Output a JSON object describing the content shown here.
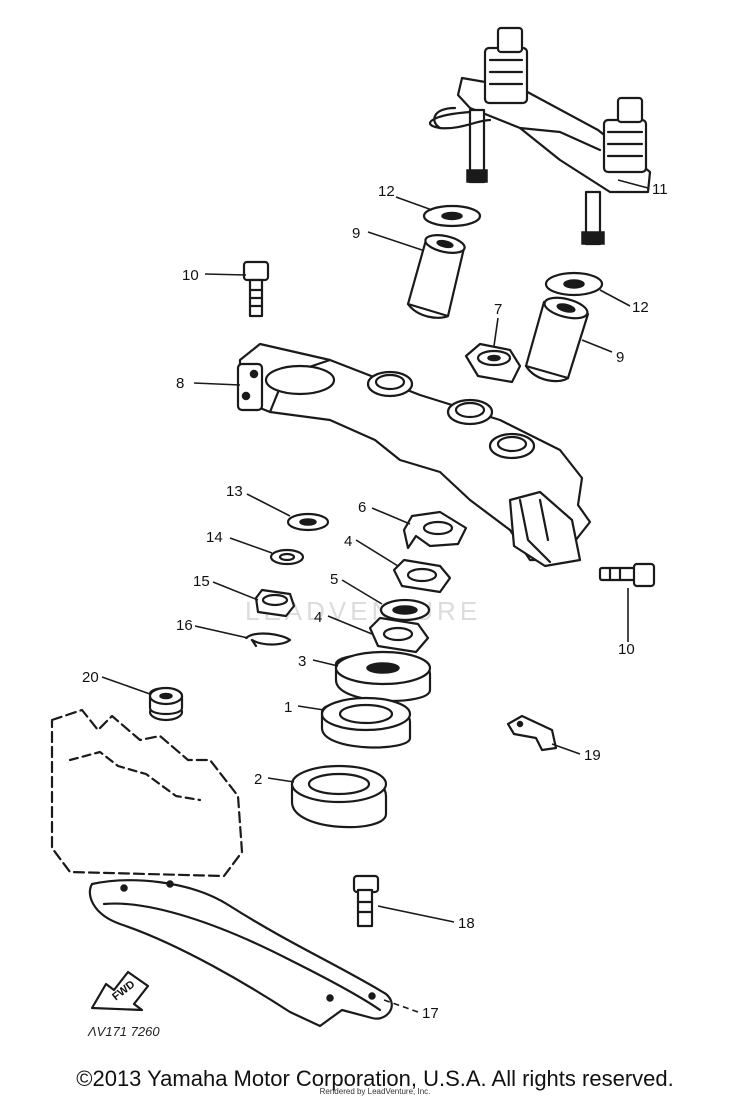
{
  "diagram": {
    "callouts": [
      "1",
      "2",
      "3",
      "4",
      "4",
      "5",
      "6",
      "7",
      "8",
      "9",
      "9",
      "10",
      "10",
      "11",
      "12",
      "12",
      "13",
      "14",
      "15",
      "16",
      "17",
      "18",
      "19",
      "20"
    ],
    "drawing_code": "ΛV171 7260",
    "fwd_label": "FWD",
    "watermark": "LEADVENTURE"
  },
  "footer": {
    "copyright": "©2013 Yamaha Motor Corporation, U.S.A. All rights reserved.",
    "rendered_by": "Rendered by LeadVenture, Inc."
  }
}
